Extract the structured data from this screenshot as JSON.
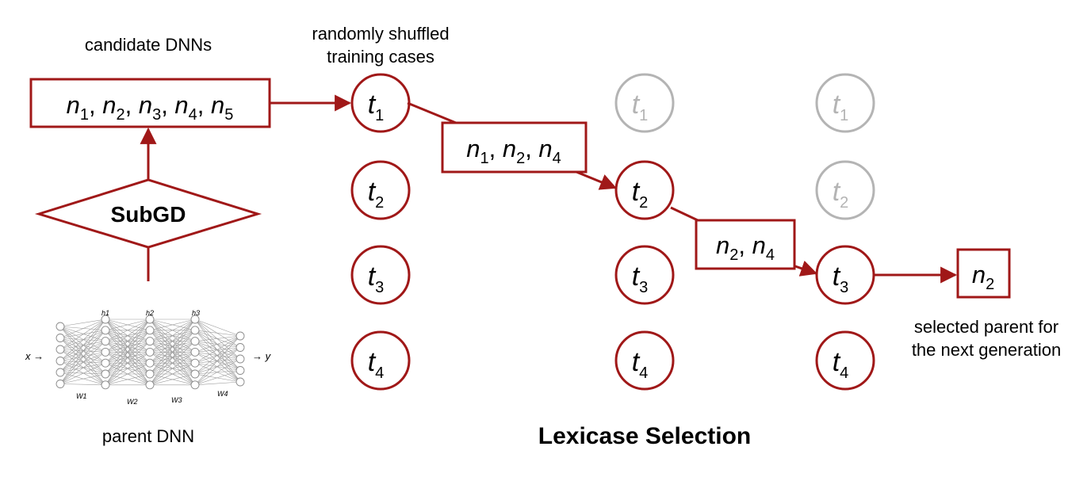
{
  "labels": {
    "candidate_dnns": "candidate DNNs",
    "shuffled_line1": "randomly shuffled",
    "shuffled_line2": "training cases",
    "subgd": "SubGD",
    "parent_dnn": "parent DNN",
    "selected_line1": "selected parent for",
    "selected_line2": "the next generation",
    "lexicase": "Lexicase Selection"
  },
  "boxes": {
    "all": {
      "names": [
        "n",
        "n",
        "n",
        "n",
        "n"
      ],
      "subs": [
        "1",
        "2",
        "3",
        "4",
        "5"
      ]
    },
    "after_t1": {
      "names": [
        "n",
        "n",
        "n"
      ],
      "subs": [
        "1",
        "2",
        "4"
      ]
    },
    "after_t2": {
      "names": [
        "n",
        "n"
      ],
      "subs": [
        "2",
        "4"
      ]
    },
    "final": {
      "names": [
        "n"
      ],
      "subs": [
        "2"
      ]
    }
  },
  "case_letter": "t",
  "case_subs": [
    "1",
    "2",
    "3",
    "4"
  ],
  "network": {
    "input": "x",
    "output": "y",
    "hidden": [
      "h1",
      "h2",
      "h3"
    ],
    "weights": [
      "W1",
      "W2",
      "W3",
      "W4"
    ]
  },
  "colors": {
    "accent": "#a01818",
    "faded": "#b4b4b4"
  }
}
